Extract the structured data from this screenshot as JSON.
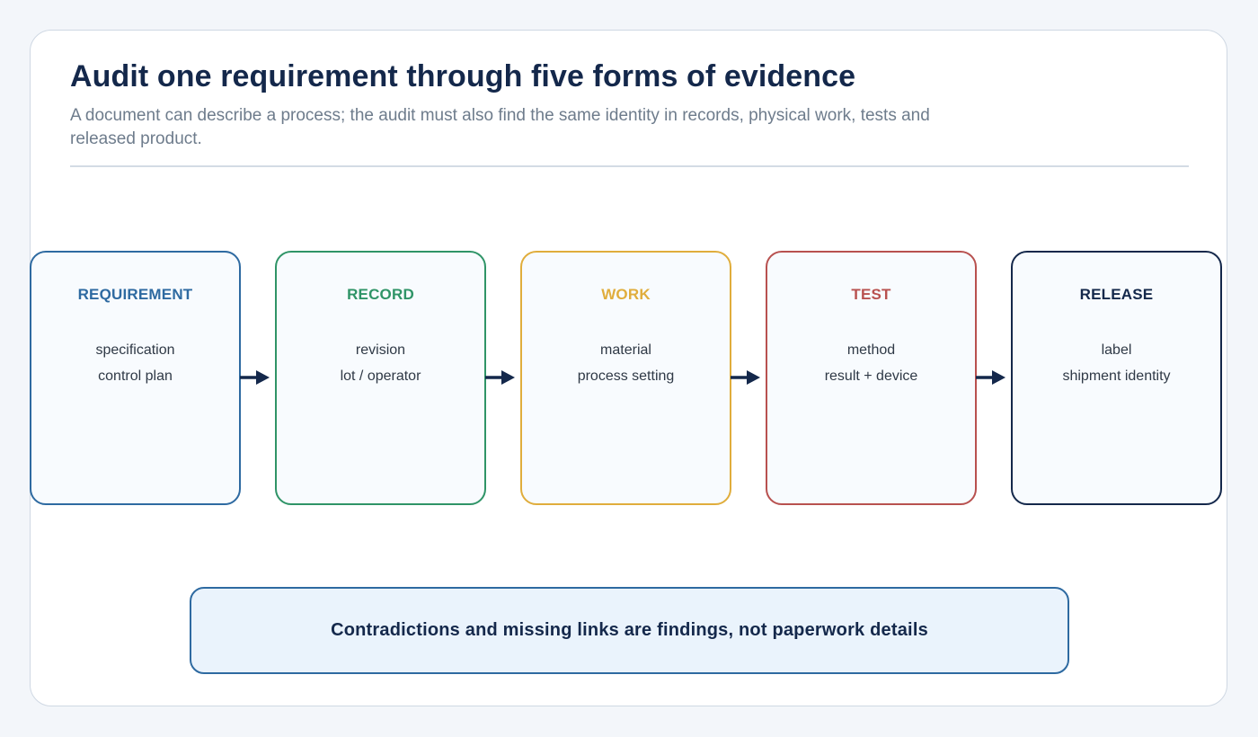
{
  "header": {
    "title": "Audit one requirement through five forms of evidence",
    "subtitle": "A document can describe a process; the audit must also find the same identity in records, physical work, tests and released product."
  },
  "stages": [
    {
      "title": "REQUIREMENT",
      "lines": [
        "specification",
        "control plan"
      ],
      "color": "#2e6aa1"
    },
    {
      "title": "RECORD",
      "lines": [
        "revision",
        "lot / operator"
      ],
      "color": "#2f9467"
    },
    {
      "title": "WORK",
      "lines": [
        "material",
        "process setting"
      ],
      "color": "#e0ad3c"
    },
    {
      "title": "TEST",
      "lines": [
        "method",
        "result + device"
      ],
      "color": "#b8514f"
    },
    {
      "title": "RELEASE",
      "lines": [
        "label",
        "shipment identity"
      ],
      "color": "#14284b"
    }
  ],
  "arrow_color": "#14284b",
  "callout": {
    "text": "Contradictions and missing links are findings, not paperwork details"
  }
}
